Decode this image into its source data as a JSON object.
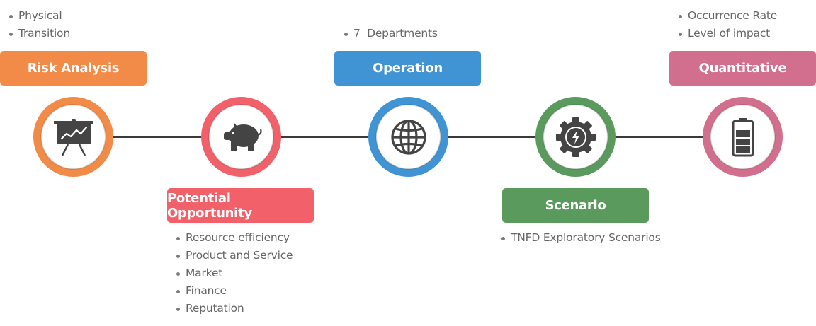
{
  "connector_color": "#3a3a3a",
  "icon_color": "#444444",
  "stages": [
    {
      "id": "risk-analysis",
      "title": "Risk Analysis",
      "color": "#f28a48",
      "icon": "presentation-chart-icon",
      "bullets": [
        "Physical",
        "Transition"
      ],
      "label_position": "top"
    },
    {
      "id": "potential-opportunity",
      "title": "Potential Opportunity",
      "color": "#f2606a",
      "icon": "piggy-bank-icon",
      "bullets": [
        "Resource efficiency",
        "Product and Service",
        "Market",
        "Finance",
        "Reputation"
      ],
      "label_position": "bottom"
    },
    {
      "id": "operation",
      "title": "Operation",
      "color": "#4194d3",
      "icon": "globe-icon",
      "bullets": [
        "7  Departments"
      ],
      "label_position": "top"
    },
    {
      "id": "scenario",
      "title": "Scenario",
      "color": "#5b9a5d",
      "icon": "gear-lightning-icon",
      "bullets": [
        "TNFD Exploratory Scenarios"
      ],
      "label_position": "bottom"
    },
    {
      "id": "quantitative",
      "title": "Quantitative",
      "color": "#d36f8e",
      "icon": "battery-icon",
      "bullets": [
        "Occurrence Rate",
        "Level of impact"
      ],
      "label_position": "top"
    }
  ]
}
